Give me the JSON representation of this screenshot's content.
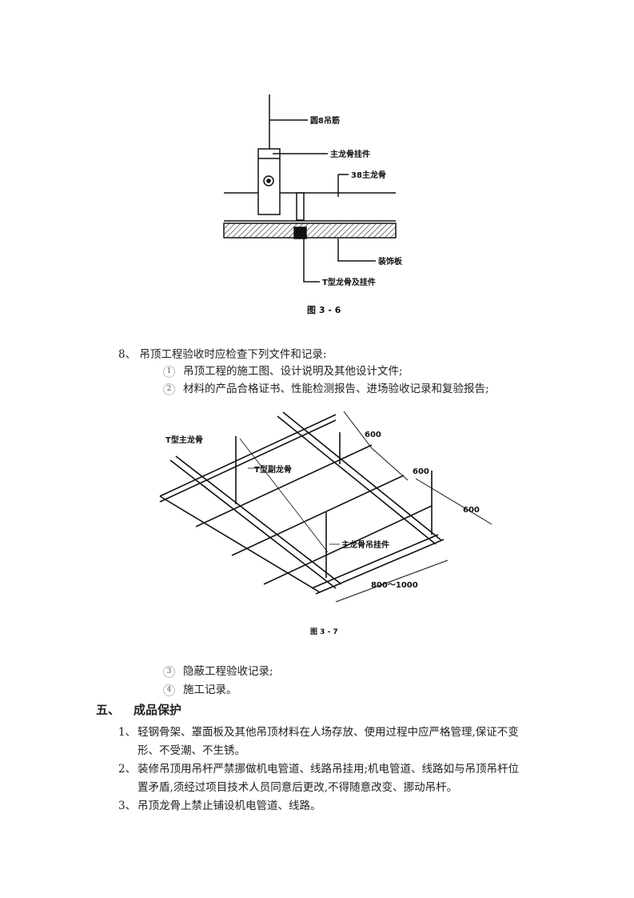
{
  "figure_3_6": {
    "labels": {
      "rod": "圆8吊筋",
      "hanger": "主龙骨挂件",
      "main_runner": "38主龙骨",
      "board": "装饰板",
      "t_runner": "T型龙骨及挂件"
    },
    "caption": "图 3 - 6"
  },
  "item8": {
    "number": "8、",
    "text": "吊顶工程验收时应检查下列文件和记录:",
    "subitems": [
      {
        "n": "1",
        "text": "吊顶工程的施工图、设计说明及其他设计文件;"
      },
      {
        "n": "2",
        "text": "材料的产品合格证书、性能检测报告、进场验收记录和复验报告;"
      },
      {
        "n": "3",
        "text": "隐蔽工程验收记录;"
      },
      {
        "n": "4",
        "text": "施工记录。"
      }
    ]
  },
  "figure_3_7": {
    "labels": {
      "t_main": "T型主龙骨",
      "t_sub": "T型副龙骨",
      "hanger": "主龙骨吊挂件",
      "dim1": "600",
      "dim2": "600",
      "dim3": "600",
      "dim4": "800～1000"
    },
    "caption": "图 3 - 7"
  },
  "section5": {
    "number": "五、",
    "title": "成品保护",
    "items": [
      {
        "n": "1、",
        "lines": [
          "轻钢骨架、罩面板及其他吊顶材料在人场存放、使用过程中应严格管理,保证不变",
          "形、不受潮、不生锈。"
        ]
      },
      {
        "n": "2、",
        "lines": [
          "装修吊顶用吊杆严禁挪做机电管道、线路吊挂用;机电管道、线路如与吊顶吊杆位",
          "置矛盾,须经过项目技术人员同意后更改,不得随意改变、挪动吊杆。"
        ]
      },
      {
        "n": "3、",
        "lines": [
          "吊顶龙骨上禁止铺设机电管道、线路。"
        ]
      }
    ]
  }
}
